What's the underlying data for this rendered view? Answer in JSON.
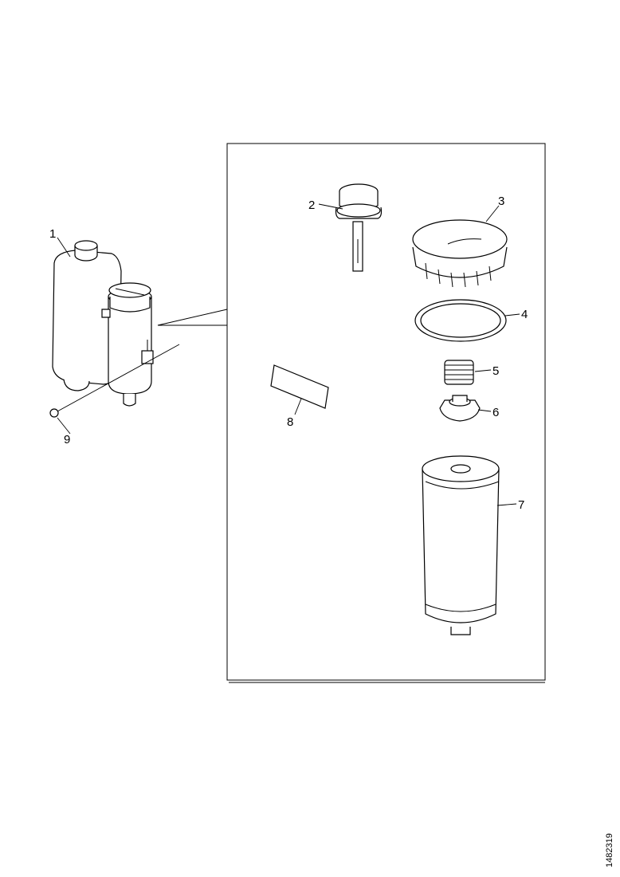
{
  "callouts": {
    "c1": "1",
    "c2": "2",
    "c3": "3",
    "c4": "4",
    "c5": "5",
    "c6": "6",
    "c7": "7",
    "c8": "8",
    "c9": "9"
  },
  "figure_ref": "1482319"
}
